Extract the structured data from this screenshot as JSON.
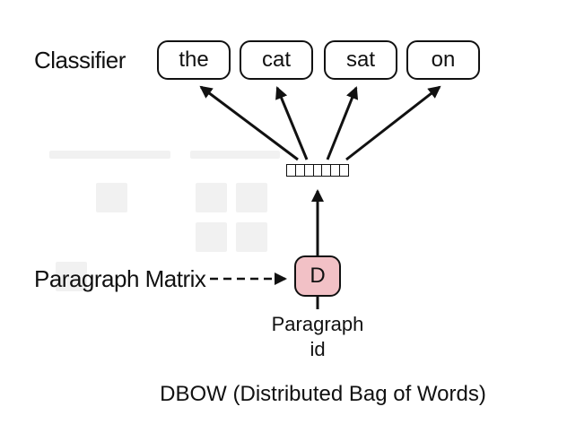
{
  "diagram": {
    "classifier_label": "Classifier",
    "words": [
      {
        "text": "the"
      },
      {
        "text": "cat"
      },
      {
        "text": "sat"
      },
      {
        "text": "on"
      }
    ],
    "paragraph_matrix_label": "Paragraph Matrix",
    "paragraph_token": "D",
    "paragraph_id_line1": "Paragraph",
    "paragraph_id_line2": "id",
    "caption": "DBOW (Distributed Bag of Words)",
    "colors": {
      "paragraph_fill": "#f2c1c6",
      "stroke": "#111111"
    }
  }
}
